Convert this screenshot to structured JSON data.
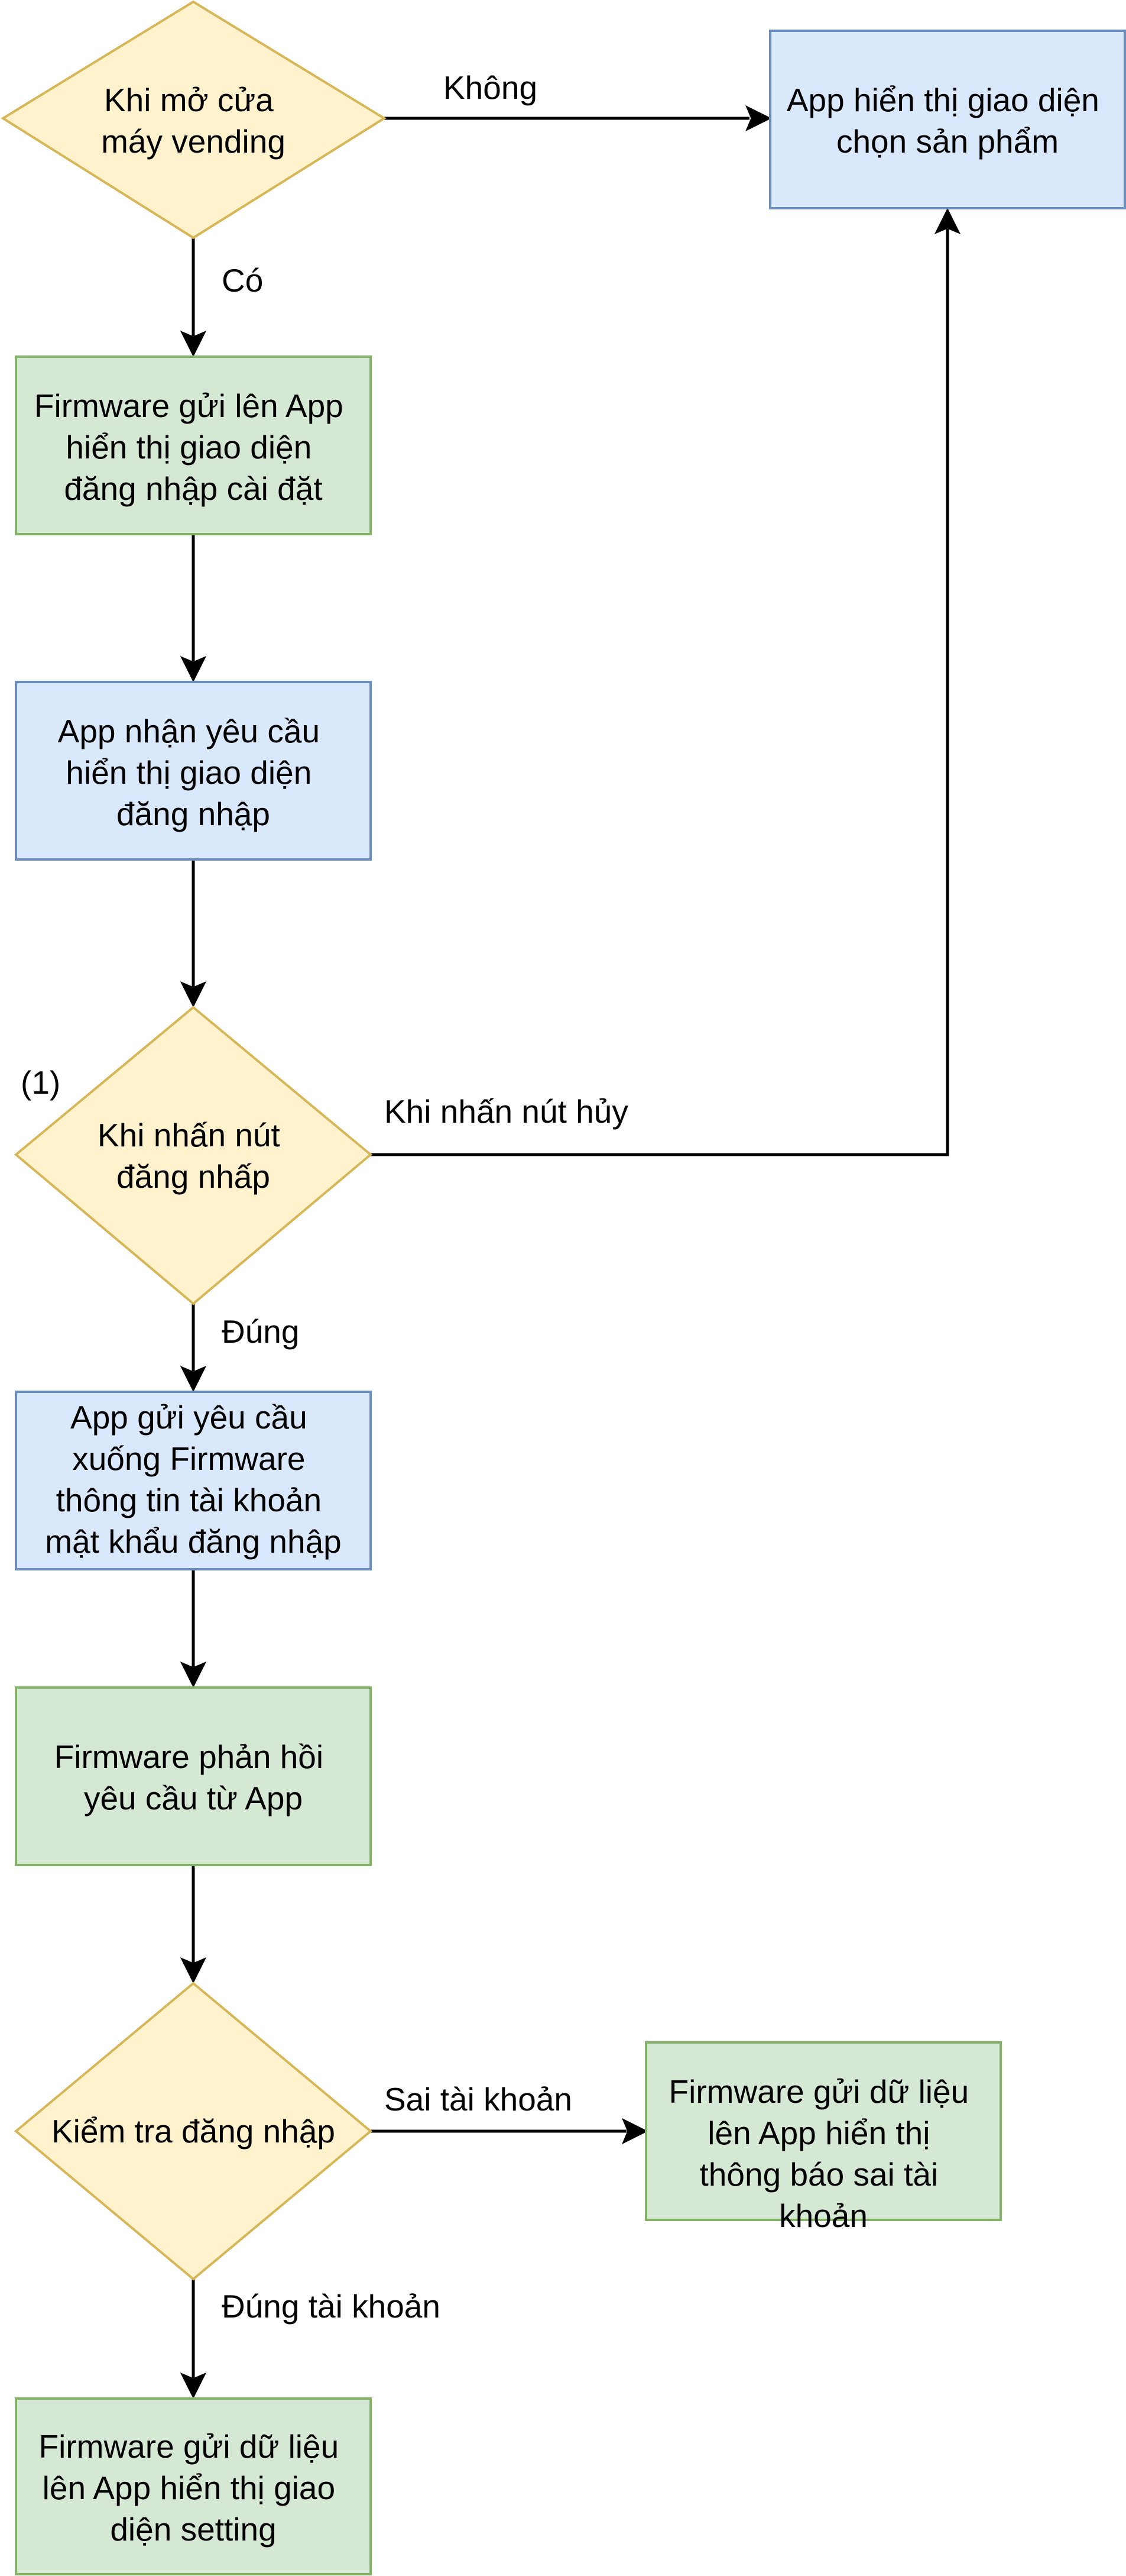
{
  "colors": {
    "blue_fill": "#dae8fc",
    "blue_stroke": "#6c8ebf",
    "green_fill": "#d5e8d4",
    "green_stroke": "#82b366",
    "yellow_fill": "#fff2cc",
    "yellow_stroke": "#d6b656",
    "edge": "#000000"
  },
  "nodes": {
    "door_open": {
      "lines": [
        "Khi mở cửa",
        "máy vending"
      ]
    },
    "product_ui": {
      "lines": [
        "App hiển thị giao diện",
        "chọn sản phẩm"
      ]
    },
    "fw_login_ui": {
      "lines": [
        "Firmware gửi lên App",
        "hiển thị giao diện",
        "đăng nhập cài đặt"
      ]
    },
    "app_receive": {
      "lines": [
        "App nhận yêu cầu",
        "hiển thị giao diện",
        "đăng nhập"
      ]
    },
    "press_login": {
      "lines": [
        "Khi nhấn nút",
        "đăng nhấp"
      ]
    },
    "app_send": {
      "lines": [
        "App gửi yêu cầu",
        "xuống Firmware",
        "thông tin tài khoản",
        "mật khẩu đăng nhập"
      ]
    },
    "fw_respond": {
      "lines": [
        "Firmware phản hồi",
        "yêu cầu từ App"
      ]
    },
    "check_login": {
      "lines": [
        "Kiểm tra đăng nhập"
      ]
    },
    "wrong_account": {
      "lines": [
        "Firmware gửi dữ liệu",
        "lên App hiển thị",
        "thông báo sai tài",
        "khoản"
      ]
    },
    "setting_ui": {
      "lines": [
        "Firmware gửi dữ liệu",
        "lên App hiển thị giao",
        "diện setting"
      ]
    }
  },
  "edge_labels": {
    "no": "Không",
    "yes": "Có",
    "cancel": "Khi nhấn nút hủy",
    "correct": "Đúng",
    "wrong": "Sai tài khoản",
    "right_account": "Đúng tài khoản"
  },
  "annotation": "(1)"
}
